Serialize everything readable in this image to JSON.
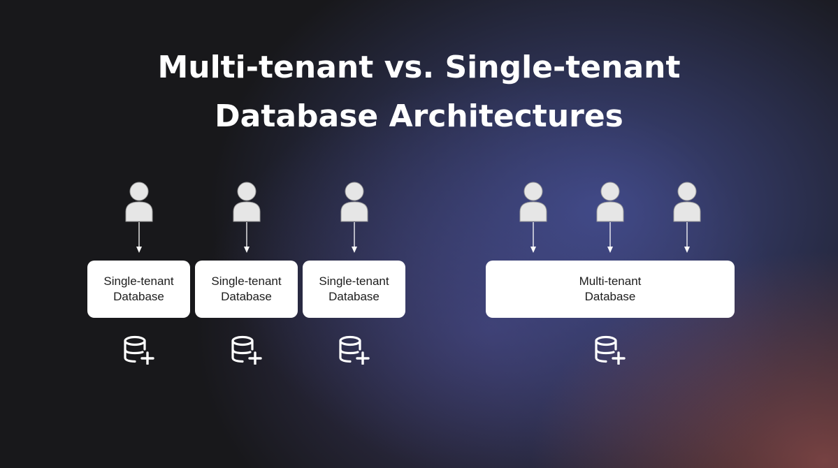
{
  "title": {
    "line1": "Multi-tenant vs. Single-tenant",
    "line2": "Database Architectures"
  },
  "single_tenant": {
    "boxes": [
      {
        "line1": "Single-tenant",
        "line2": "Database"
      },
      {
        "line1": "Single-tenant",
        "line2": "Database"
      },
      {
        "line1": "Single-tenant",
        "line2": "Database"
      }
    ]
  },
  "multi_tenant": {
    "box": {
      "line1": "Multi-tenant",
      "line2": "Database"
    }
  },
  "colors": {
    "background": "#18181b",
    "box": "#ffffff",
    "icon": "#e6e6e6",
    "text": "#1c1c1c"
  },
  "icons": [
    "user-icon",
    "arrow-down-icon",
    "database-add-icon"
  ]
}
